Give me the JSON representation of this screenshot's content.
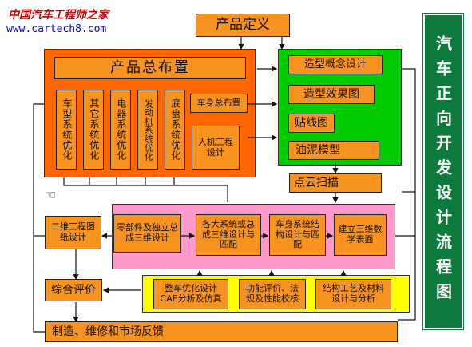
{
  "header": {
    "logo_text": "中国汽车工程师之家",
    "url": "www.cartech8.com"
  },
  "boxes": {
    "product_definition": "产品定义",
    "product_layout": "产品总布置",
    "vehicle_system": "车型系统优化",
    "other_system": "其它系统优化",
    "electrical_system": "电器系统优化",
    "engine_system": "发动机系统优化",
    "chassis_system": "底盘系统优化",
    "body_layout": "车身总布置",
    "ergonomics": "人机工程设计",
    "styling_concept": "造型概念设计",
    "styling_render": "造型效果图",
    "tape_drawing": "贴线图",
    "clay_model": "油泥模型",
    "point_cloud": "点云扫描",
    "drawing_2d": "二维工程图纸设计",
    "parts_3d": "零部件及独立总成三维设计",
    "assemblies_3d": "各大系统或总成三维设计与匹配",
    "body_structure": "车身系统结构设计与匹配",
    "surface_3d": "建立三维数学表面",
    "evaluation": "综合评价",
    "cae": "整车优化设计CAE分析及仿真",
    "function_eval": "功能评价、法规及性能校核",
    "process_design": "结构工艺及材料设计与分析",
    "feedback": "制造、维修和市场反馈"
  },
  "side_title": "汽车正向开发设计流程图",
  "colors": {
    "orange_region": "#ff6600",
    "box_fill": "#f7931e",
    "green_region": "#00cc00",
    "pink_region": "#ff99cc",
    "yellow_region": "#ffff00",
    "side_panel": "#0b7a3a",
    "side_text": "#ffffff",
    "logo_red": "#cc0000",
    "url_blue": "#0000cc"
  }
}
